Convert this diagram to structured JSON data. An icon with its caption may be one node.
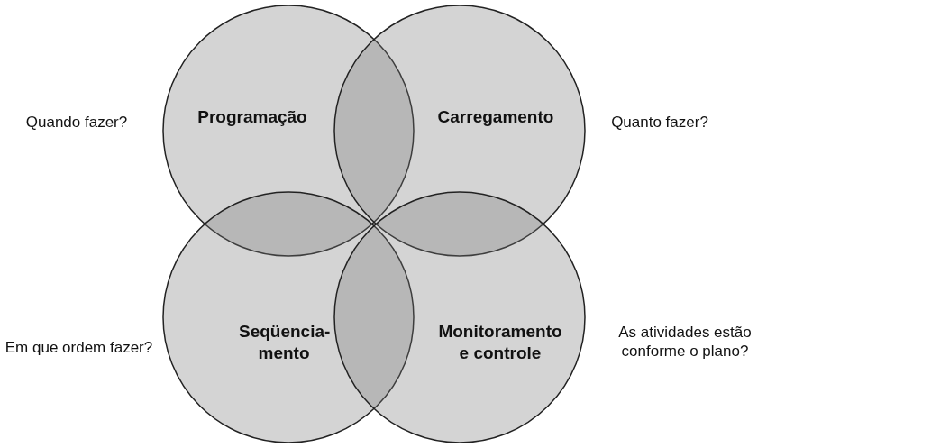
{
  "diagram": {
    "nodes": [
      {
        "text": [
          "Programação"
        ],
        "beside": [
          "Quando fazer?"
        ]
      },
      {
        "text": [
          "Carregamento"
        ],
        "beside": [
          "Quanto fazer?"
        ]
      },
      {
        "text": [
          "Seqüencia- mento"
        ],
        "beside": [
          "Em que ordem fazer?"
        ]
      },
      {
        "text": [
          "Monitoramento e controle"
        ],
        "beside": [
          "As atividades estão conforme o plano?"
        ]
      }
    ],
    "edges": []
  }
}
